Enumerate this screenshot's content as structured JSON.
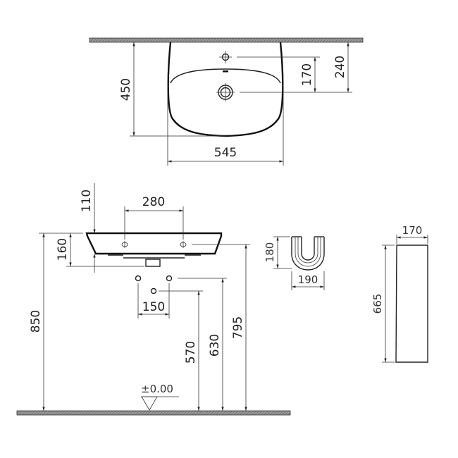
{
  "diagram": {
    "type": "technical-drawing",
    "subject": "wall-hung washbasin with semi-pedestal and full pedestal",
    "top_view": {
      "dimensions": {
        "depth": "450",
        "width": "545",
        "tap_hole_to_waste": "170",
        "wall_to_waste": "240"
      }
    },
    "front_view": {
      "dimensions": {
        "rim_thickness_offset": "110",
        "fixing_holes_spacing": "280",
        "basin_height": "160",
        "supply_spacing": "150",
        "rim_height": "850",
        "waste_outlet_height": "570",
        "supply_height": "630",
        "fixing_height": "795"
      },
      "floor_level_label": "±0.00"
    },
    "semi_pedestal": {
      "dimensions": {
        "height": "180",
        "width": "190"
      }
    },
    "full_pedestal": {
      "dimensions": {
        "width": "170",
        "height": "665"
      }
    }
  }
}
